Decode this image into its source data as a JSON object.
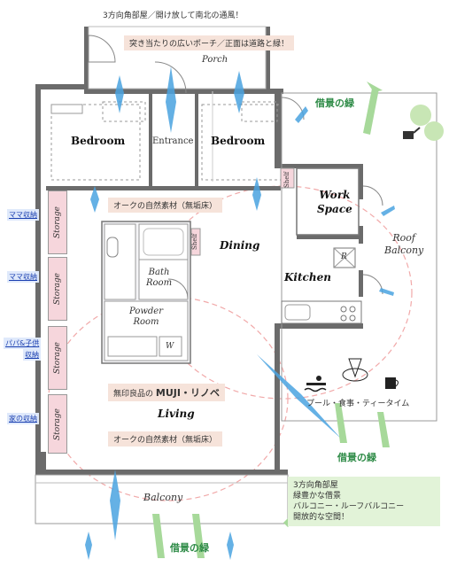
{
  "notes": {
    "top": "3方向角部屋／開け放して南北の通風！",
    "porch_note": "突き当たりの広いポーチ／正面は道路と緑！",
    "oak_top": "オークの自然素材（無垢床）",
    "muji": "無印良品の",
    "muji_bold": "MUJI・リノベ",
    "oak_living": "オークの自然素材（無垢床）",
    "pool": "プール・食事・ティータイム"
  },
  "rooms": {
    "porch": "Porch",
    "bedroom1": "Bedroom",
    "entrance": "Entrance",
    "bedroom2": "Bedroom",
    "shelf_top": "Shelf",
    "work_space_1": "Work",
    "work_space_2": "Space",
    "roof_balcony_1": "Roof",
    "roof_balcony_2": "Balcony",
    "dining": "Dining",
    "kitchen": "Kitchen",
    "refrigerator": "R",
    "shelf_bath": "Shelf",
    "bath_1": "Bath",
    "bath_2": "Room",
    "powder_1": "Powder",
    "powder_2": "Room",
    "washer": "W",
    "living": "Living",
    "balcony": "Balcony"
  },
  "storage": [
    "Storage",
    "Storage",
    "Storage",
    "Storage"
  ],
  "side_labels": {
    "mama1": "ママ収納",
    "mama2": "ママ収納",
    "papa": "パパ&子供",
    "papa_2": "収納",
    "family": "家の収納"
  },
  "borrowed_scenery": {
    "top_right": "借景の緑",
    "middle": "借景の緑",
    "bottom": "借景の緑"
  },
  "greenbox": {
    "line1": "3方向角部屋",
    "line2": "緑豊かな借景",
    "line3": "バルコニー・ルーフバルコニー",
    "line4": "開放的な空間！"
  },
  "colors": {
    "wall": "#6b6b6b",
    "storage": "#f6d6dc",
    "arrow_blue": "#4aa3e0",
    "arrow_green": "#a7d99a",
    "note_bg": "#f6e3da",
    "ring": "#f1a9a9"
  }
}
